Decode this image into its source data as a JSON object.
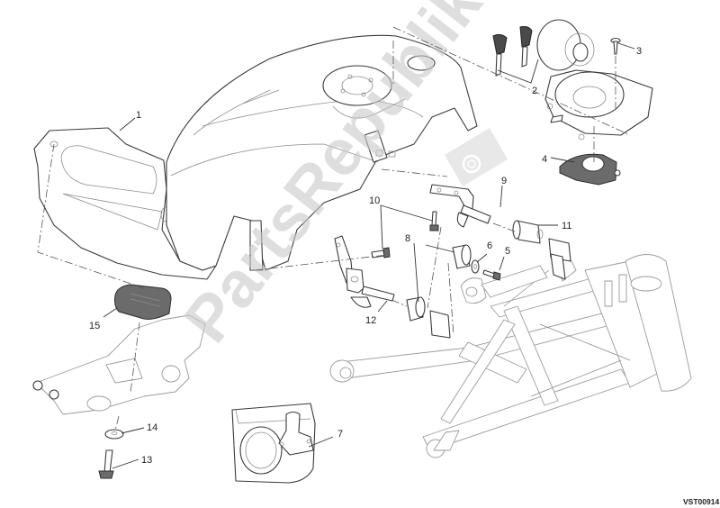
{
  "diagram": {
    "title": "Fuel tank exploded view",
    "drawing_code": "VST00914",
    "watermark": "PartsRepublik",
    "callouts": [
      {
        "id": "1",
        "label": "1",
        "part": "fuel-tank"
      },
      {
        "id": "2",
        "label": "2",
        "part": "keys-and-filler-cap"
      },
      {
        "id": "3",
        "label": "3",
        "part": "screw"
      },
      {
        "id": "4",
        "label": "4",
        "part": "filler-cap-gasket"
      },
      {
        "id": "5",
        "label": "5",
        "part": "screw"
      },
      {
        "id": "6",
        "label": "6",
        "part": "washer"
      },
      {
        "id": "7",
        "label": "7",
        "part": "fuel-tank-cover"
      },
      {
        "id": "8",
        "label": "8",
        "part": "rubber-spacer"
      },
      {
        "id": "9",
        "label": "9",
        "part": "rear-bracket"
      },
      {
        "id": "10",
        "label": "10",
        "part": "screw"
      },
      {
        "id": "11",
        "label": "11",
        "part": "rubber-bushing"
      },
      {
        "id": "12",
        "label": "12",
        "part": "front-bracket"
      },
      {
        "id": "13",
        "label": "13",
        "part": "screw"
      },
      {
        "id": "14",
        "label": "14",
        "part": "washer"
      },
      {
        "id": "15",
        "label": "15",
        "part": "rubber-pad"
      }
    ]
  }
}
